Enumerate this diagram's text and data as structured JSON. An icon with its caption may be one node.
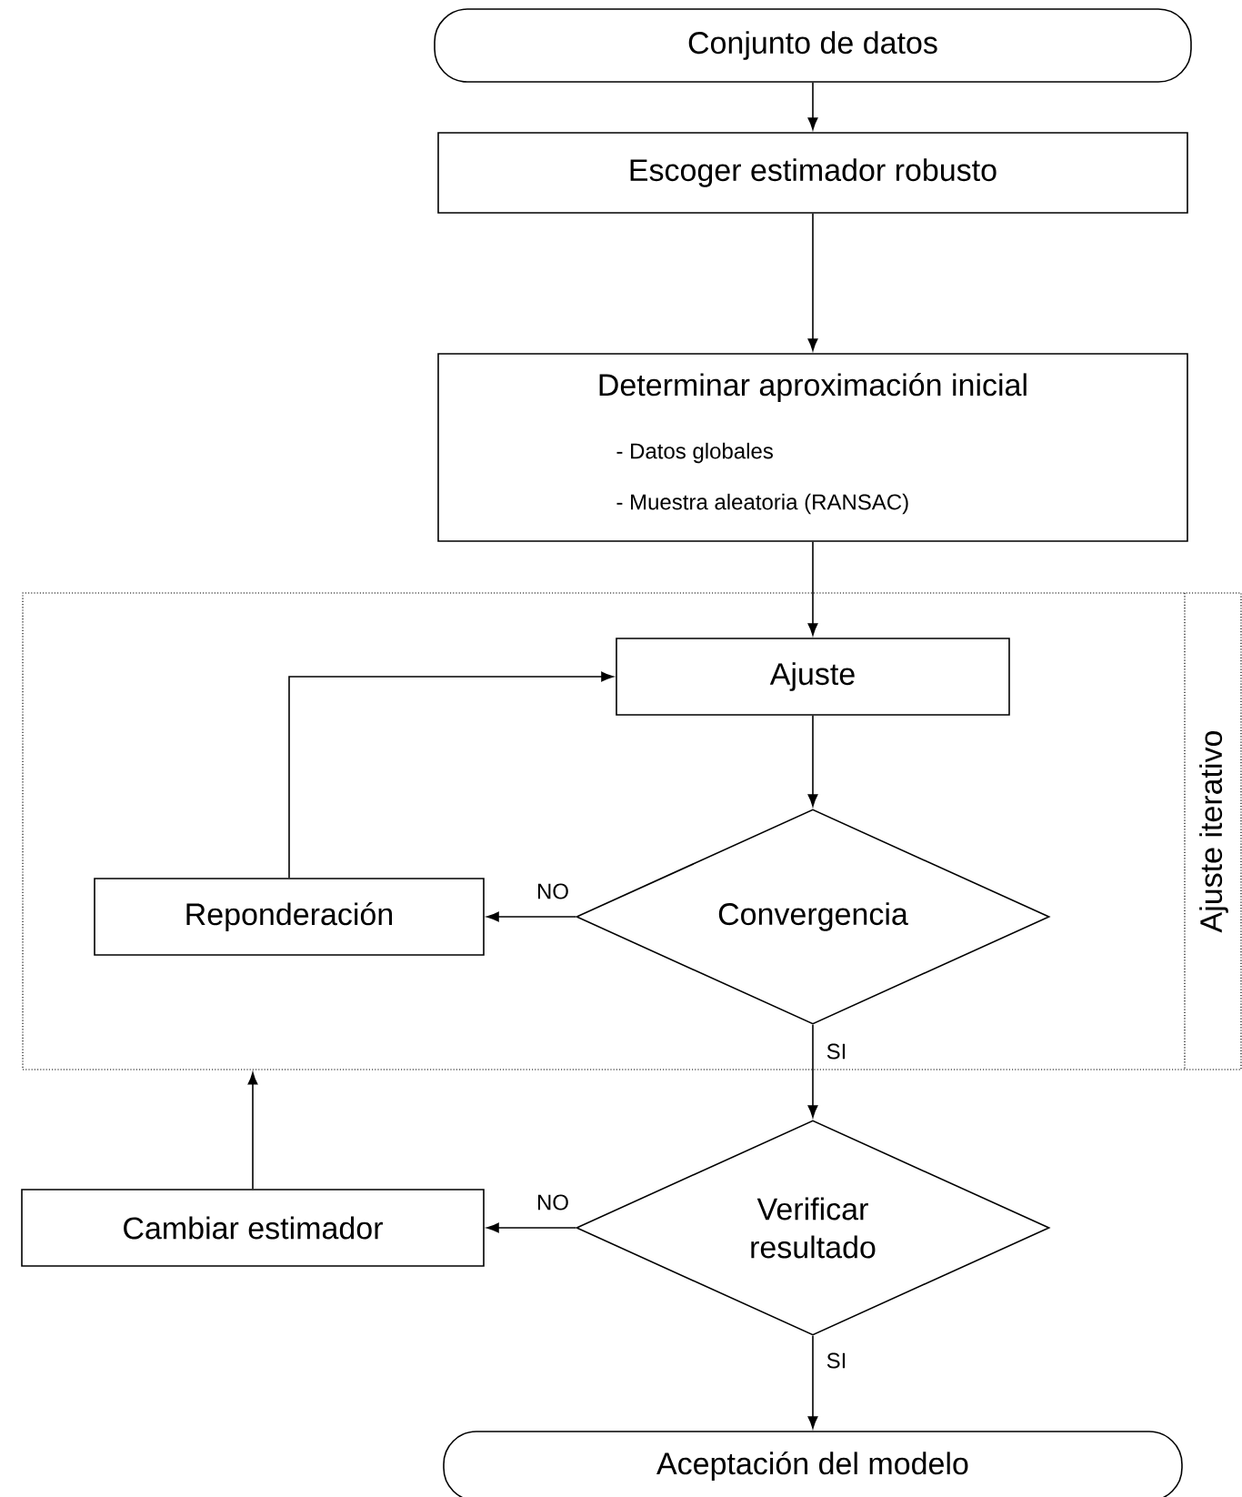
{
  "diagram": {
    "nodes": [
      {
        "text": [
          "Conjunto de datos"
        ]
      },
      {
        "text": [
          "Escoger estimador robusto"
        ]
      },
      {
        "text": [
          "Determinar aproximación inicial",
          "- Datos globales",
          "- Muestra aleatoria (RANSAC)"
        ]
      },
      {
        "text": [
          "Ajuste iterativo"
        ]
      },
      {
        "text": [
          "Ajuste"
        ],
        "in": 3
      },
      {
        "text": [
          "Convergencia"
        ],
        "in": 3
      },
      {
        "text": [
          "Reponderación"
        ],
        "in": 3
      },
      {
        "text": [
          "Cambiar estimador"
        ]
      },
      {
        "text": [
          "Verificar resultado"
        ]
      },
      {
        "text": [
          "Aceptación del modelo"
        ]
      }
    ],
    "edges": [
      {
        "from": 0,
        "to": 1,
        "arrow": "to"
      },
      {
        "from": 1,
        "to": 2,
        "arrow": "to"
      },
      {
        "from": 2,
        "to": 4,
        "arrow": "to"
      },
      {
        "from": 4,
        "to": 5,
        "arrow": "to"
      },
      {
        "from": 5,
        "to": 6,
        "arrow": "to",
        "label": "NO"
      },
      {
        "from": 6,
        "to": 4,
        "arrow": "to"
      },
      {
        "from": 5,
        "to": 8,
        "arrow": "to",
        "label": "SI"
      },
      {
        "from": 8,
        "to": 7,
        "arrow": "to",
        "label": "NO"
      },
      {
        "from": 7,
        "to": 3,
        "arrow": "to"
      },
      {
        "from": 8,
        "to": 9,
        "arrow": "to",
        "label": "SI"
      }
    ]
  }
}
